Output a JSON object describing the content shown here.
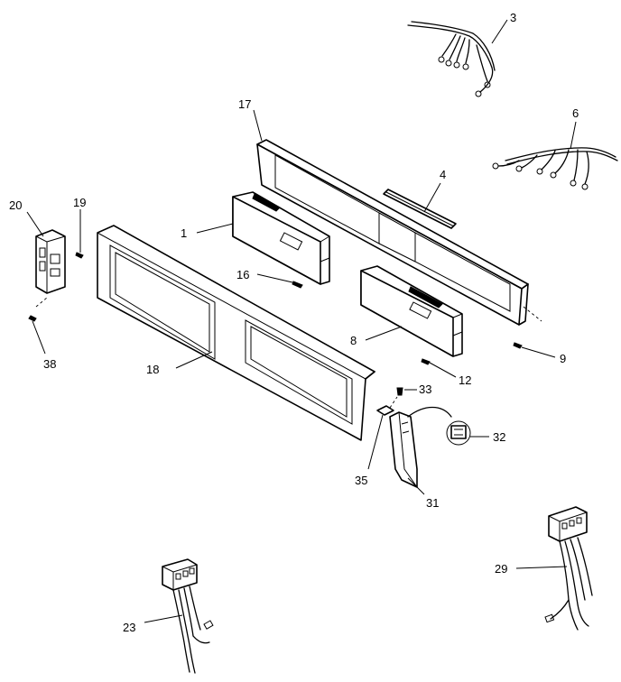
{
  "labels": {
    "p1": "1",
    "p3": "3",
    "p4": "4",
    "p6": "6",
    "p8": "8",
    "p9": "9",
    "p12": "12",
    "p16": "16",
    "p17": "17",
    "p18": "18",
    "p19": "19",
    "p20": "20",
    "p23": "23",
    "p29": "29",
    "p31": "31",
    "p32": "32",
    "p33": "33",
    "p35": "35",
    "p38": "38"
  }
}
